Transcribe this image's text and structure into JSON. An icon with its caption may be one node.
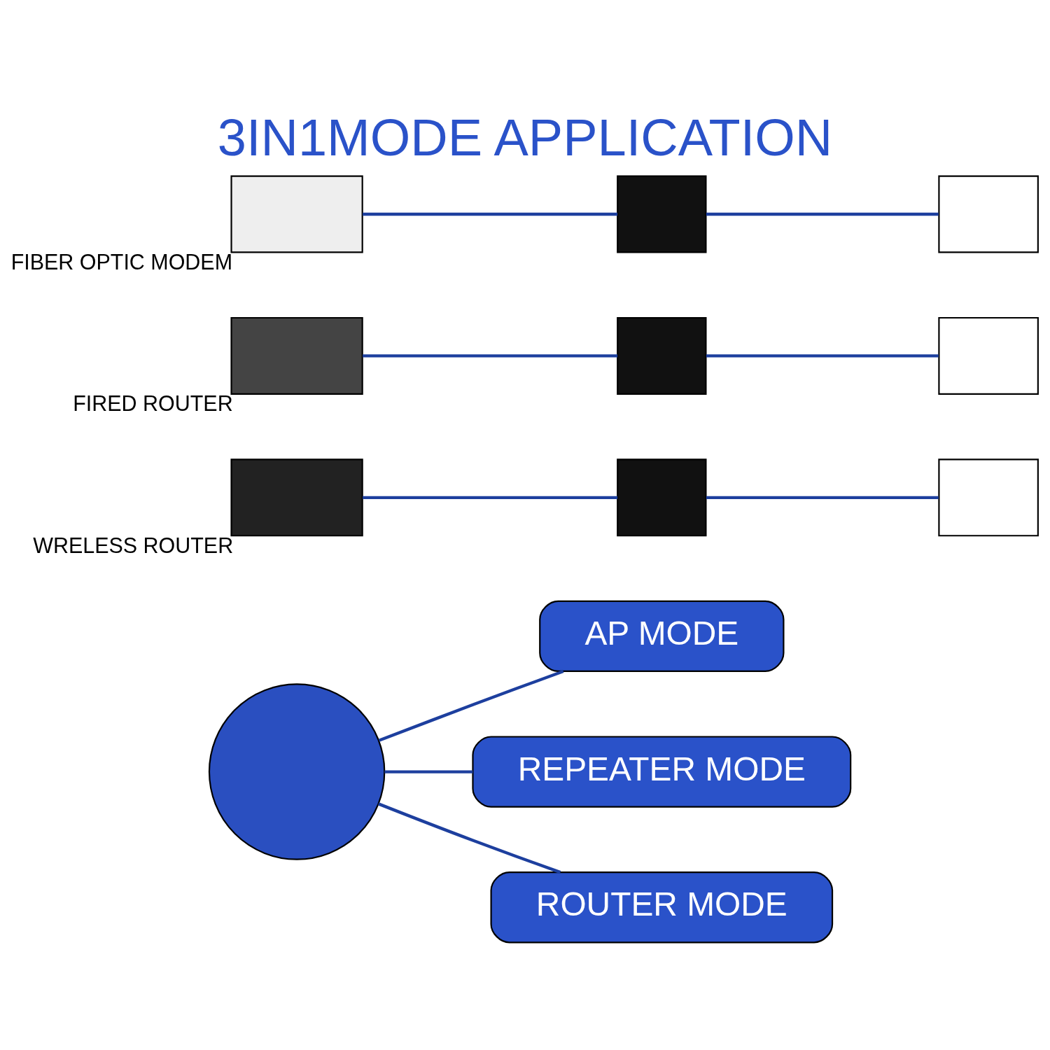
{
  "diagram": {
    "title": "3IN1MODE APPLICATION",
    "nodes": [
      {
        "text": [],
        "shape": "circle"
      },
      {
        "text": [
          "AP MODE"
        ]
      },
      {
        "text": [],
        "shape": "box",
        "beside": [
          "WRELESS ROUTER"
        ]
      },
      {
        "text": [],
        "shape": "box"
      },
      {
        "text": [],
        "shape": "box"
      },
      {
        "text": [
          "REPEATER MODE"
        ]
      },
      {
        "text": [],
        "shape": "box",
        "beside": [
          "FIRED ROUTER"
        ]
      },
      {
        "text": [],
        "shape": "box"
      },
      {
        "text": [],
        "shape": "box"
      },
      {
        "text": [
          "ROUTER MODE"
        ]
      },
      {
        "text": [],
        "shape": "box",
        "beside": [
          "FIBER OPTIC MODEM"
        ]
      },
      {
        "text": [],
        "shape": "box"
      },
      {
        "text": [],
        "shape": "box"
      }
    ],
    "edges": [
      {
        "from": 0,
        "to": 1,
        "arrow": "none"
      },
      {
        "from": 0,
        "to": 5,
        "arrow": "none"
      },
      {
        "from": 0,
        "to": 9,
        "arrow": "none"
      },
      {
        "from": 2,
        "to": 3,
        "arrow": "none"
      },
      {
        "from": 3,
        "to": 4,
        "arrow": "none"
      },
      {
        "from": 6,
        "to": 7,
        "arrow": "none"
      },
      {
        "from": 7,
        "to": 8,
        "arrow": "none"
      },
      {
        "from": 10,
        "to": 11,
        "arrow": "none"
      },
      {
        "from": 11,
        "to": 12,
        "arrow": "none"
      }
    ]
  }
}
